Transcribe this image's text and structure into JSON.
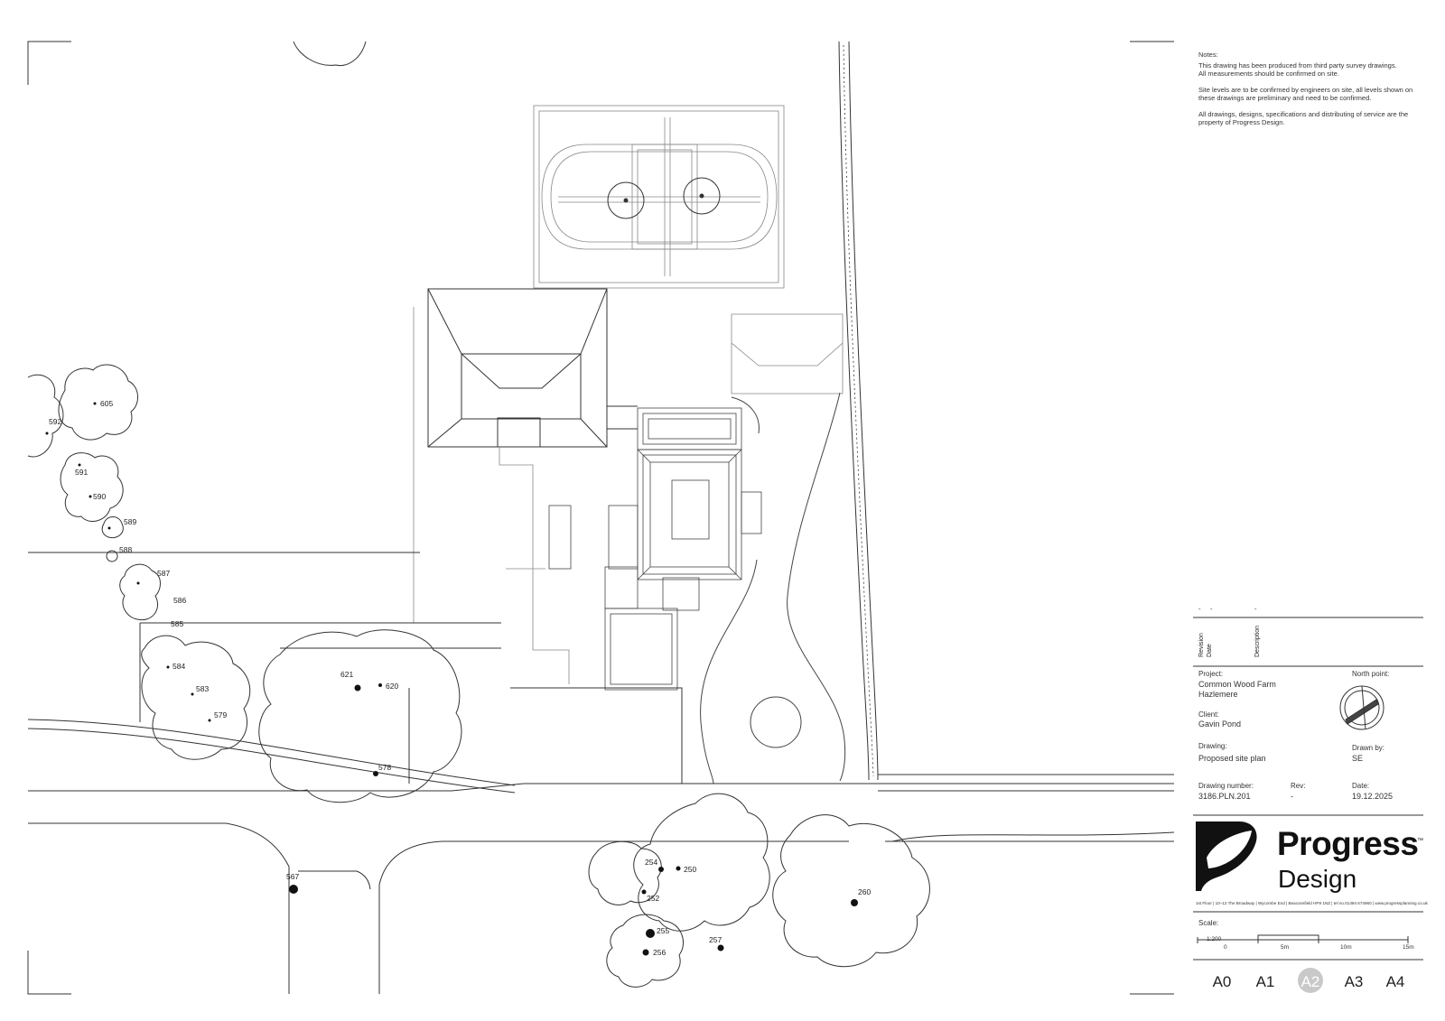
{
  "notes": {
    "heading": "Notes:",
    "lines": [
      "This drawing has been produced from third party survey drawings.",
      "All measurements should be confirmed on site.",
      "",
      "Site levels are to be confirmed by engineers on site, all levels shown on",
      "these drawings are preliminary and need to be confirmed.",
      "",
      "All drawings, designs, specifications and distributing of service are the",
      "property of Progress Design."
    ]
  },
  "revision": {
    "dashes": [
      "-",
      "-",
      "-"
    ],
    "headers": [
      "Revision",
      "Date",
      "Description"
    ]
  },
  "project": {
    "label": "Project:",
    "line1": "Common Wood Farm",
    "line2": "Hazlemere"
  },
  "north_point": {
    "label": "North point:",
    "icon": "north-arrow-icon"
  },
  "client": {
    "label": "Client:",
    "value": "Gavin Pond"
  },
  "drawing": {
    "label": "Drawing:",
    "value": "Proposed site plan"
  },
  "drawn_by": {
    "label": "Drawn by:",
    "value": "SE"
  },
  "drawing_number": {
    "label": "Drawing number:",
    "value": "3186.PLN.201"
  },
  "rev": {
    "label": "Rev:",
    "value": "-"
  },
  "date": {
    "label": "Date:",
    "value": "19.12.2025"
  },
  "brand": {
    "name": "Progress",
    "tm": "™",
    "sub": "Design",
    "address": "1st Floor | 10–12 The Broadway | Wycombe End | Beaconsfield HP9 1NZ | tel no.01494 674960 | www.progressplanning.co.uk"
  },
  "scale": {
    "label": "Scale:",
    "ratio": "1:200",
    "ticks": [
      "0",
      "5m",
      "10m",
      "15m"
    ]
  },
  "paper_sizes": [
    "A0",
    "A1",
    "A2",
    "A3",
    "A4"
  ],
  "paper_selected": "A2",
  "tree_labels": {
    "t605": "605",
    "t592": "592",
    "t591": "591",
    "t590": "590",
    "t589": "589",
    "t588": "588",
    "t587": "587",
    "t586": "586",
    "t585": "585",
    "t584": "584",
    "t583": "583",
    "t579": "579",
    "t621": "621",
    "t620": "620",
    "t578": "578",
    "t567": "567",
    "t254": "254",
    "t250": "250",
    "t252": "252",
    "t255": "255",
    "t256": "256",
    "t257": "257",
    "t260": "260"
  }
}
